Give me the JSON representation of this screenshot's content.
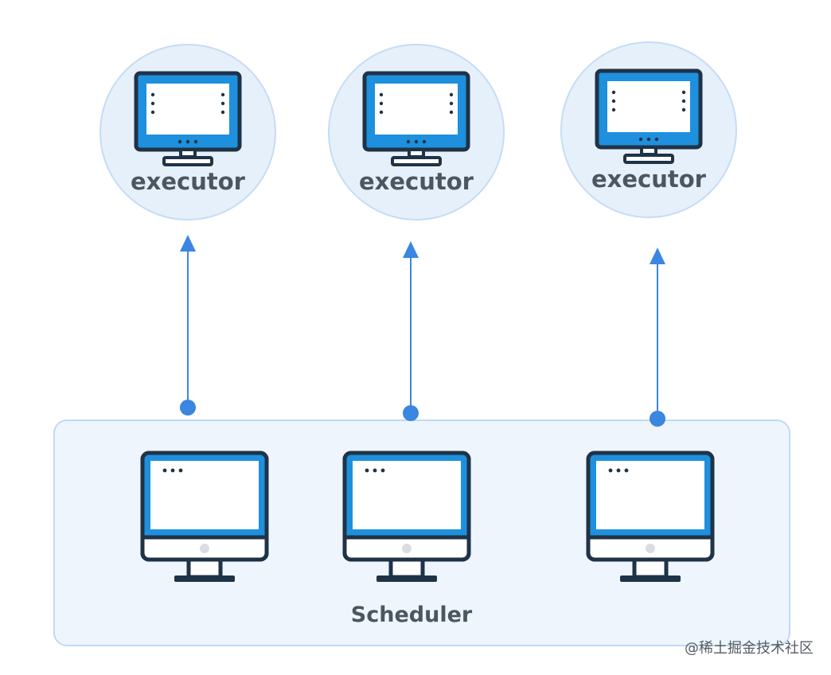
{
  "executors": [
    {
      "label": "executor"
    },
    {
      "label": "executor"
    },
    {
      "label": "executor"
    }
  ],
  "scheduler": {
    "label": "Scheduler"
  },
  "watermark": "@稀土掘金技术社区",
  "colors": {
    "accent": "#1e90dd",
    "outline": "#1f3347",
    "circle_fill": "#e6f0fb",
    "circle_stroke": "#c5dcf3",
    "panel_fill": "#eef5fd",
    "panel_stroke": "#c3d9f1",
    "arrow": "#3a86e0"
  }
}
